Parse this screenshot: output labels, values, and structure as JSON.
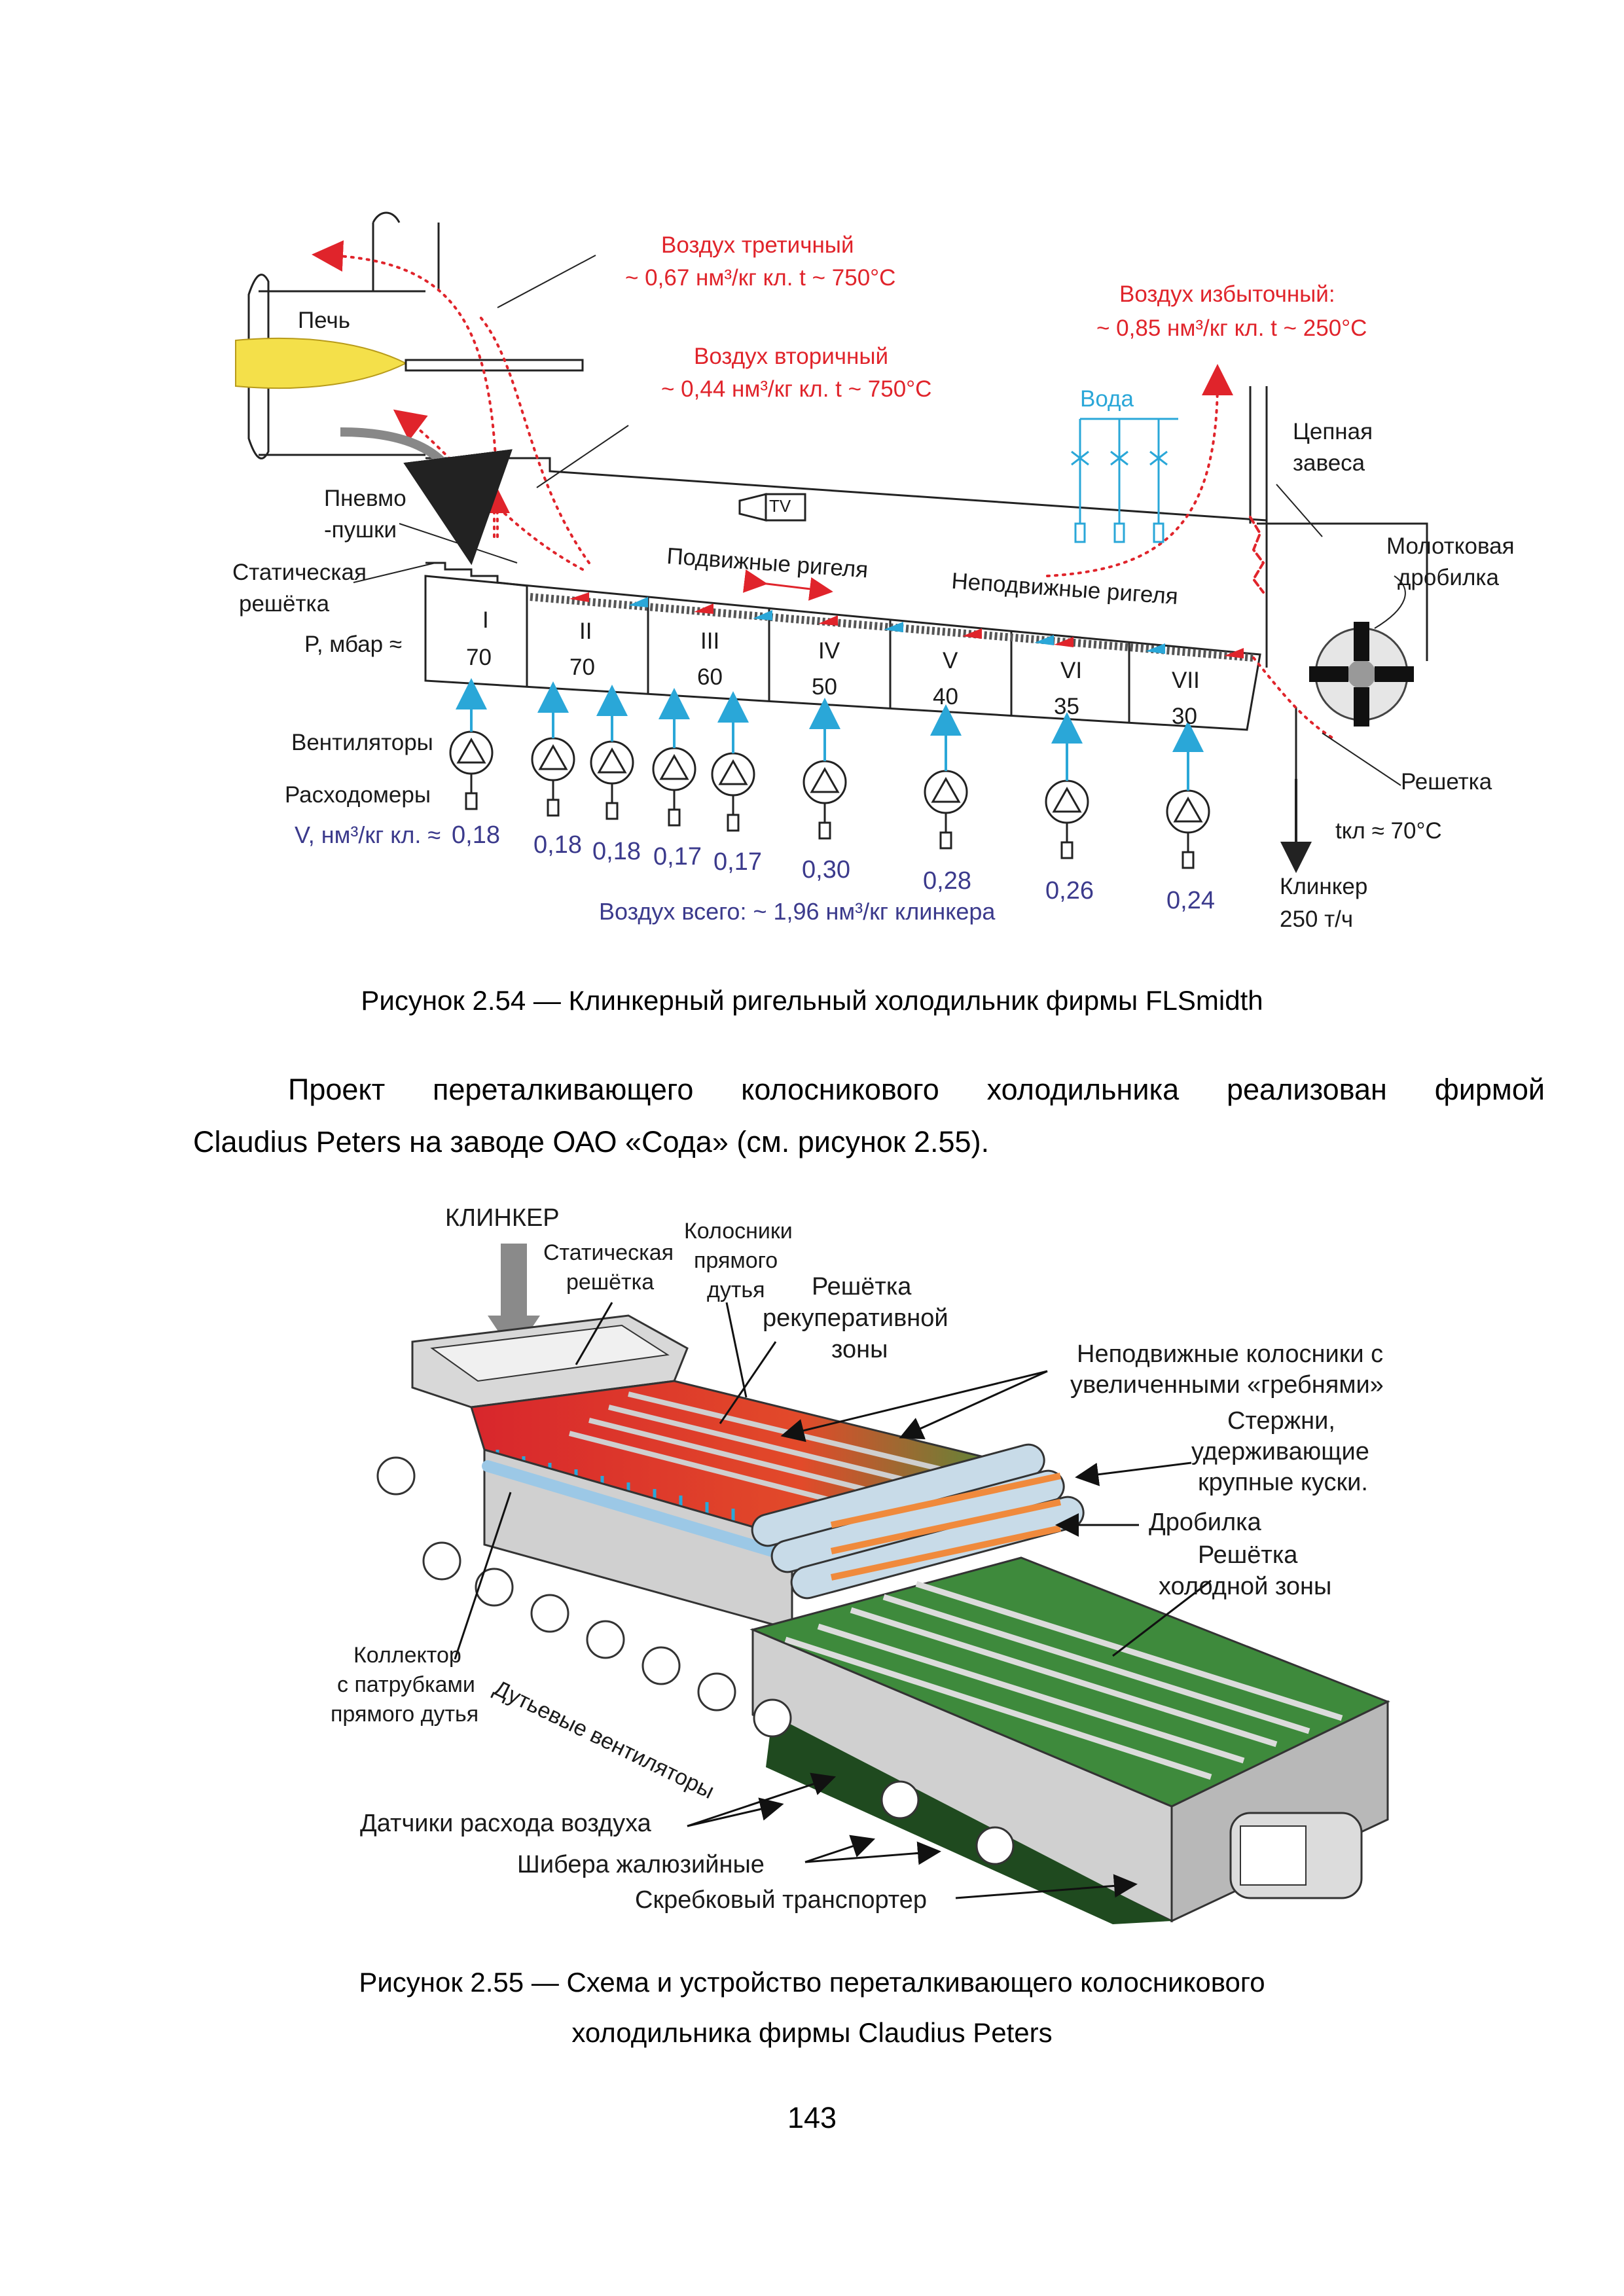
{
  "figure1": {
    "labels": {
      "kiln": "Печь",
      "tertiary_air_1": "Воздух третичный",
      "tertiary_air_2": "~ 0,67 нм³/кг кл. t ~ 750°С",
      "secondary_air_1": "Воздух вторичный",
      "secondary_air_2": "~ 0,44 нм³/кг кл. t ~ 750°С",
      "excess_air_1": "Воздух избыточный:",
      "excess_air_2": "~ 0,85 нм³/кг кл.  t ~ 250°С",
      "water": "Вода",
      "chain_curtain_1": "Цепная",
      "chain_curtain_2": "завеса",
      "hammer_crusher_1": "Молотковая",
      "hammer_crusher_2": "дробилка",
      "air_cannons_1": "Пневмо",
      "air_cannons_2": "-пушки",
      "static_grate_1": "Статическая",
      "static_grate_2": "решётка",
      "moving_bars": "Подвижные ригеля",
      "fixed_bars": "Неподвижные ригеля",
      "tv": "TV",
      "pressure": "P, мбар ≈",
      "fans": "Вентиляторы",
      "flowmeters": "Расходомеры",
      "volume": "V, нм³/кг кл. ≈",
      "grate": "Решетка",
      "t_clinker": "tкл ≈ 70°С",
      "clinker_1": "Клинкер",
      "clinker_2": "250 т/ч",
      "air_total": "Воздух всего:  ~ 1,96 нм³/кг клинкера"
    },
    "zones": [
      {
        "num": "I",
        "p": "70"
      },
      {
        "num": "II",
        "p": "70"
      },
      {
        "num": "III",
        "p": "60"
      },
      {
        "num": "IV",
        "p": "50"
      },
      {
        "num": "V",
        "p": "40"
      },
      {
        "num": "VI",
        "p": "35"
      },
      {
        "num": "VII",
        "p": "30"
      }
    ],
    "flows": [
      "0,18",
      "0,18",
      "0,18",
      "0,17",
      "0,17",
      "0,30",
      "0,28",
      "0,26",
      "0,24"
    ]
  },
  "caption1": "Рисунок 2.54 — Клинкерный ригельный холодильник фирмы FLSmidth",
  "paragraph_line1": "Проект переталкивающего колосникового холодильника реализован фирмой",
  "paragraph_line2": "Claudius Peters на заводе ОАО «Сода» (см. рисунок 2.55).",
  "figure2": {
    "labels": {
      "clinker": "КЛИНКЕР",
      "static_grate_1": "Статическая",
      "static_grate_2": "решётка",
      "direct_grates_1": "Колосники",
      "direct_grates_2": "прямого",
      "direct_grates_3": "дутья",
      "recup_grate_1": "Решётка",
      "recup_grate_2": "рекуперативной",
      "recup_grate_3": "зоны",
      "fixed_grates_1": "Неподвижные колосники с",
      "fixed_grates_2": "увеличенными «гребнями»",
      "rods_1": "Стержни,",
      "rods_2": "удерживающие",
      "rods_3": "крупные куски.",
      "crusher": "Дробилка",
      "cold_grate_1": "Решётка",
      "cold_grate_2": "холодной зоны",
      "collector_1": "Коллектор",
      "collector_2": "с патрубками",
      "collector_3": "прямого дутья",
      "blowers": "Дутьевые вентиляторы",
      "flow_sensors": "Датчики расхода воздуха",
      "louvers": "Шибера жалюзийные",
      "scraper": "Скребковый транспортер"
    }
  },
  "caption2_line1": "Рисунок 2.55 — Схема и устройство переталкивающего колосникового",
  "caption2_line2": "холодильника фирмы Claudius Peters",
  "page_number": "143"
}
